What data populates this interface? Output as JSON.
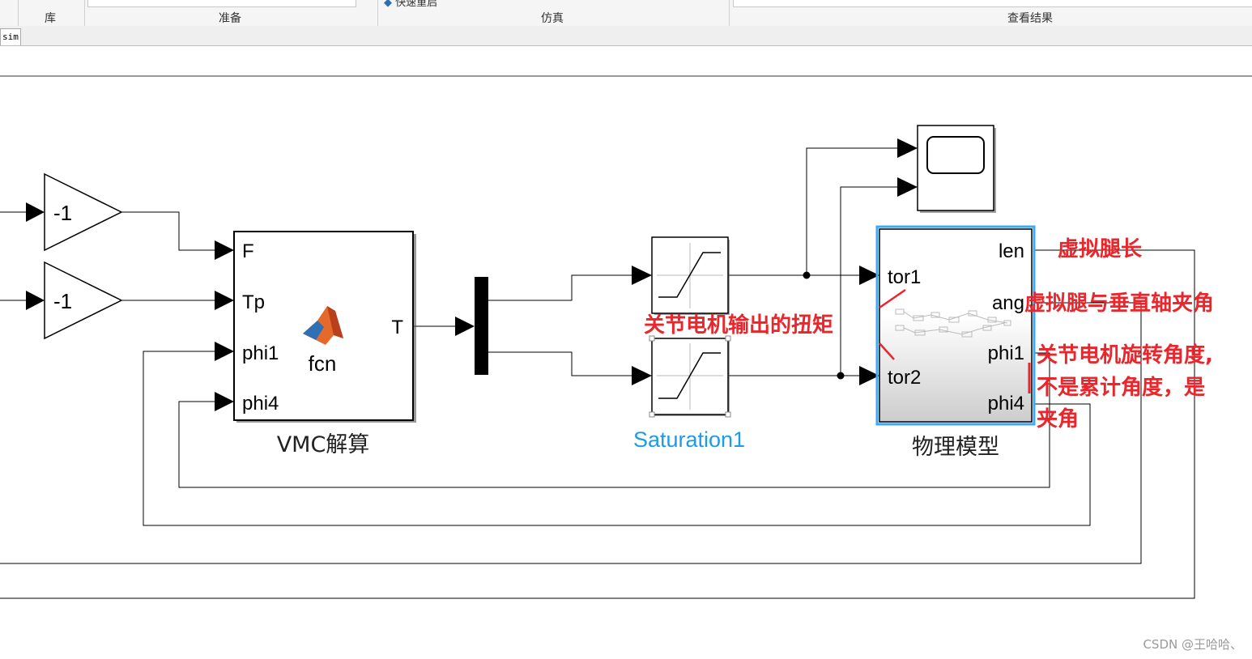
{
  "toolstrip": {
    "sections": [
      "库",
      "准备",
      "仿真",
      "查看结果"
    ],
    "fast_restart": "快速重启"
  },
  "model_tab": "sim",
  "blocks": {
    "gain1": "-1",
    "gain2": "-1",
    "fcn_name": "fcn",
    "fcn_ports_in": [
      "F",
      "Tp",
      "phi1",
      "phi4"
    ],
    "fcn_port_out": "T",
    "fcn_label": "VMC解算",
    "saturation_label": "Saturation1",
    "physical_ports_in": [
      "tor1",
      "tor2"
    ],
    "physical_ports_out": [
      "len",
      "ang",
      "phi1",
      "phi4"
    ],
    "physical_label": "物理模型"
  },
  "annotations": {
    "virtual_leg_length": "虚拟腿长",
    "virtual_leg_angle": "虚拟腿与垂直轴夹角",
    "joint_torque": "关节电机输出的扭矩",
    "rotation_line1": "关节电机旋转角度,",
    "rotation_line2": "不是累计角度，是",
    "rotation_line3": "夹角"
  },
  "colors": {
    "annotation": "#e8262b",
    "selection": "#3da8f5",
    "saturation_label": "#1e9be6"
  },
  "watermark": "CSDN @王哈哈、"
}
